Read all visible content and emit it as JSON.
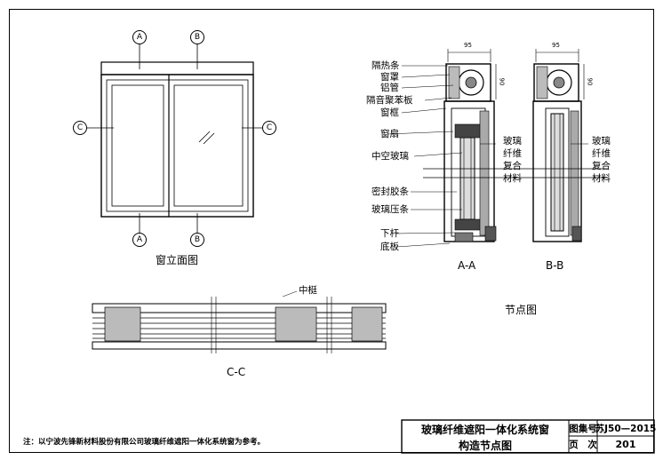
{
  "elevation": {
    "title": "窗立面图",
    "markers": {
      "a_top": "A",
      "b_top": "B",
      "c_left": "C",
      "c_right": "C",
      "a_bottom": "A",
      "b_bottom": "B"
    }
  },
  "section_labels": {
    "insulation_strip": "隔热条",
    "window_cover": "窗罩",
    "aluminum_tube": "铝管",
    "soundproof_foam": "隔音聚苯板",
    "window_frame": "窗框",
    "window_sash": "窗扇",
    "hollow_glass": "中空玻璃",
    "sealant_strip": "密封胶条",
    "glass_bead": "玻璃压条",
    "bottom_rail": "下杆",
    "base_plate": "底板"
  },
  "gfrp_label_aa": [
    "玻璃",
    "纤维",
    "复合",
    "材料"
  ],
  "gfrp_label_bb": [
    "玻璃",
    "纤维",
    "复合",
    "材料"
  ],
  "dimensions": {
    "aa_width": "95",
    "aa_height": "90",
    "bb_width": "95",
    "bb_height": "90"
  },
  "captions": {
    "aa": "A-A",
    "bb": "B-B",
    "node_detail": "节点图",
    "cc": "C-C",
    "mullion": "中梃"
  },
  "note": "注：以宁波先锋新材料股份有限公司玻璃纤维遮阳一体化系统窗为参考。",
  "title_block": {
    "title_line1": "玻璃纤维遮阳一体化系统窗",
    "title_line2": "构造节点图",
    "atlas_label": "图集号",
    "atlas_value": "苏J50—2015",
    "page_label": "页　次",
    "page_value": "201"
  }
}
